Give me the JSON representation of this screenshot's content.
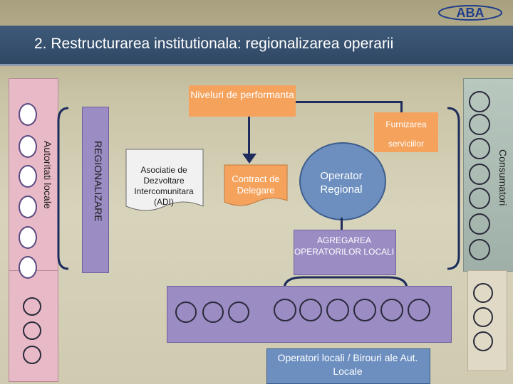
{
  "logo": {
    "icon": "abb-logo-icon",
    "text": "ABA"
  },
  "title": "2. Restructurarea institutionala: regionalizarea operarii",
  "labels": {
    "niveluri": "Niveluri de performanta",
    "furnizarea_1": "Furnizarea",
    "furnizarea_2": "serviciilor",
    "autoritati": "Autoritati locale",
    "regionalizare": "REGIONALIZARE",
    "consumatori": "Consumatori",
    "adi": "Asociatie de Dezvoltare Intercomunitara (ADI)",
    "contract": "Contract de Delegare",
    "operator_regional": "Operator Regional",
    "agregarea": "AGREGAREA OPERATORILOR LOCALI",
    "operatori_locali": "Operatori locali / Birouri ale Aut. Locale"
  },
  "colors": {
    "title_bar": "#2e4763",
    "orange": "#f5a25d",
    "lavender": "#9b8cc4",
    "operator_blue": "#6c8fc0",
    "pink": "#e8b9c6"
  }
}
